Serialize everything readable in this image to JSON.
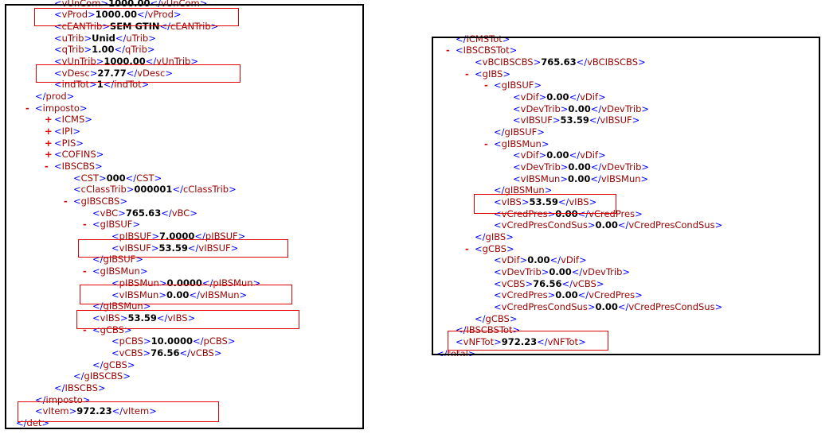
{
  "left_panel": {
    "lines": [
      {
        "level": 2,
        "tag": "vUnCom",
        "value": "1000.00"
      },
      {
        "level": 2,
        "tag": "vProd",
        "value": "1000.00",
        "highlight": true
      },
      {
        "level": 2,
        "tag": "cEANTrib",
        "value": "SEM GTIN"
      },
      {
        "level": 2,
        "tag": "uTrib",
        "value": "Unid"
      },
      {
        "level": 2,
        "tag": "qTrib",
        "value": "1.00"
      },
      {
        "level": 2,
        "tag": "vUnTrib",
        "value": "1000.00"
      },
      {
        "level": 2,
        "tag": "vDesc",
        "value": "27.77",
        "highlight": true
      },
      {
        "level": 2,
        "tag": "indTot",
        "value": "1"
      },
      {
        "level": 1,
        "tag": "prod",
        "kind": "close"
      },
      {
        "level": 1,
        "tag": "imposto",
        "kind": "open",
        "marker": "-"
      },
      {
        "level": 2,
        "tag": "ICMS",
        "kind": "open",
        "marker": "+"
      },
      {
        "level": 2,
        "tag": "IPI",
        "kind": "open",
        "marker": "+"
      },
      {
        "level": 2,
        "tag": "PIS",
        "kind": "open",
        "marker": "+"
      },
      {
        "level": 2,
        "tag": "COFINS",
        "kind": "open",
        "marker": "+"
      },
      {
        "level": 2,
        "tag": "IBSCBS",
        "kind": "open",
        "marker": "-"
      },
      {
        "level": 3,
        "tag": "CST",
        "value": "000"
      },
      {
        "level": 3,
        "tag": "cClassTrib",
        "value": "000001"
      },
      {
        "level": 3,
        "tag": "gIBSCBS",
        "kind": "open",
        "marker": "-"
      },
      {
        "level": 4,
        "tag": "vBC",
        "value": "765.63"
      },
      {
        "level": 4,
        "tag": "gIBSUF",
        "kind": "open",
        "marker": "-"
      },
      {
        "level": 5,
        "tag": "pIBSUF",
        "value": "7.0000"
      },
      {
        "level": 5,
        "tag": "vIBSUF",
        "value": "53.59",
        "highlight": true
      },
      {
        "level": 4,
        "tag": "gIBSUF",
        "kind": "close"
      },
      {
        "level": 4,
        "tag": "gIBSMun",
        "kind": "open",
        "marker": "-"
      },
      {
        "level": 5,
        "tag": "pIBSMun",
        "value": "0.0000"
      },
      {
        "level": 5,
        "tag": "vIBSMun",
        "value": "0.00",
        "highlight": true
      },
      {
        "level": 4,
        "tag": "gIBSMun",
        "kind": "close"
      },
      {
        "level": 4,
        "tag": "vIBS",
        "value": "53.59",
        "highlight": true
      },
      {
        "level": 4,
        "tag": "gCBS",
        "kind": "open",
        "marker": "-"
      },
      {
        "level": 5,
        "tag": "pCBS",
        "value": "10.0000"
      },
      {
        "level": 5,
        "tag": "vCBS",
        "value": "76.56"
      },
      {
        "level": 4,
        "tag": "gCBS",
        "kind": "close"
      },
      {
        "level": 3,
        "tag": "gIBSCBS",
        "kind": "close"
      },
      {
        "level": 2,
        "tag": "IBSCBS",
        "kind": "close"
      },
      {
        "level": 1,
        "tag": "imposto",
        "kind": "close"
      },
      {
        "level": 1,
        "tag": "vItem",
        "value": "972.23",
        "highlight": true
      },
      {
        "level": 0,
        "tag": "det",
        "kind": "close"
      }
    ]
  },
  "right_panel": {
    "lines": [
      {
        "level": 1,
        "tag": "ICMSTot",
        "kind": "close"
      },
      {
        "level": 1,
        "tag": "IBSCBSTot",
        "kind": "open",
        "marker": "-"
      },
      {
        "level": 2,
        "tag": "vBCIBSCBS",
        "value": "765.63"
      },
      {
        "level": 2,
        "tag": "gIBS",
        "kind": "open",
        "marker": "-"
      },
      {
        "level": 3,
        "tag": "gIBSUF",
        "kind": "open",
        "marker": "-"
      },
      {
        "level": 4,
        "tag": "vDif",
        "value": "0.00"
      },
      {
        "level": 4,
        "tag": "vDevTrib",
        "value": "0.00"
      },
      {
        "level": 4,
        "tag": "vIBSUF",
        "value": "53.59"
      },
      {
        "level": 3,
        "tag": "gIBSUF",
        "kind": "close"
      },
      {
        "level": 3,
        "tag": "gIBSMun",
        "kind": "open",
        "marker": "-"
      },
      {
        "level": 4,
        "tag": "vDif",
        "value": "0.00"
      },
      {
        "level": 4,
        "tag": "vDevTrib",
        "value": "0.00"
      },
      {
        "level": 4,
        "tag": "vIBSMun",
        "value": "0.00"
      },
      {
        "level": 3,
        "tag": "gIBSMun",
        "kind": "close"
      },
      {
        "level": 3,
        "tag": "vIBS",
        "value": "53.59",
        "highlight": true
      },
      {
        "level": 3,
        "tag": "vCredPres",
        "value": "0.00"
      },
      {
        "level": 3,
        "tag": "vCredPresCondSus",
        "value": "0.00"
      },
      {
        "level": 2,
        "tag": "gIBS",
        "kind": "close"
      },
      {
        "level": 2,
        "tag": "gCBS",
        "kind": "open",
        "marker": "-"
      },
      {
        "level": 3,
        "tag": "vDif",
        "value": "0.00"
      },
      {
        "level": 3,
        "tag": "vDevTrib",
        "value": "0.00"
      },
      {
        "level": 3,
        "tag": "vCBS",
        "value": "76.56"
      },
      {
        "level": 3,
        "tag": "vCredPres",
        "value": "0.00"
      },
      {
        "level": 3,
        "tag": "vCredPresCondSus",
        "value": "0.00"
      },
      {
        "level": 2,
        "tag": "gCBS",
        "kind": "close"
      },
      {
        "level": 1,
        "tag": "IBSCBSTot",
        "kind": "close"
      },
      {
        "level": 1,
        "tag": "vNFTot",
        "value": "972.23",
        "highlight": true
      },
      {
        "level": 0,
        "tag": "total",
        "kind": "close"
      }
    ]
  },
  "colors": {
    "bracket": "#0000ff",
    "tag": "#990000",
    "value": "#000000",
    "marker": "#e00000",
    "highlight": "#e00000"
  }
}
